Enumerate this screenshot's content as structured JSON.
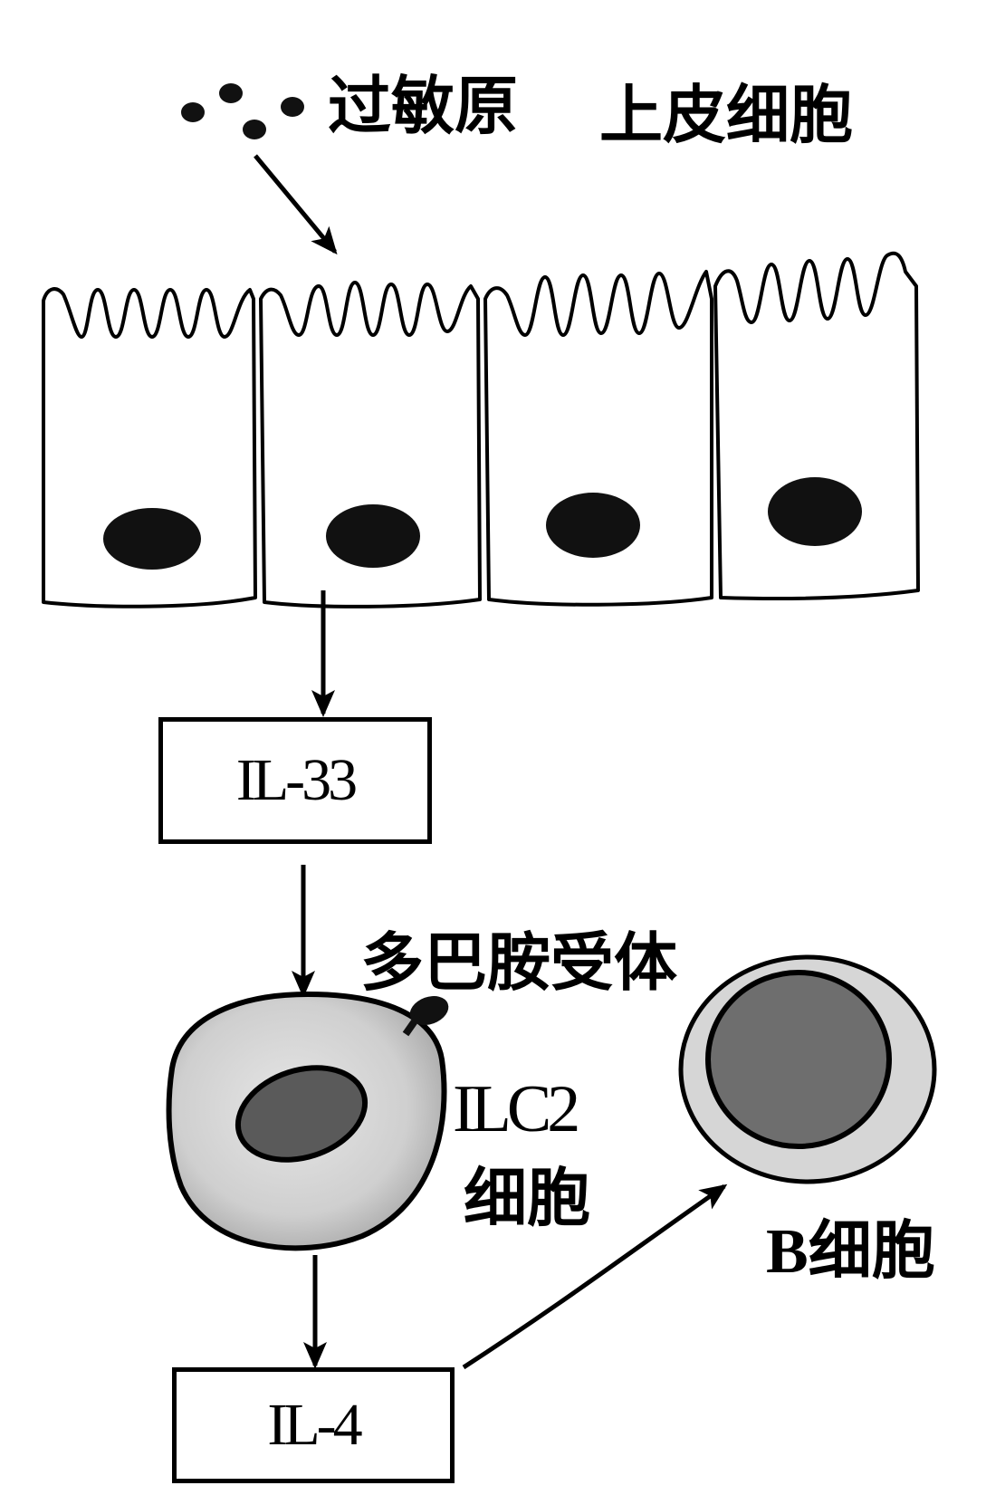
{
  "labels": {
    "allergen": "过敏原",
    "epithelial_cell": "上皮细胞",
    "il33": "IL-33",
    "dopamine_receptor": "多巴胺受体",
    "ilc2_line1": "ILC2",
    "ilc2_line2": "细胞",
    "b_cell": "B细胞",
    "il4": "IL-4"
  },
  "colors": {
    "ink": "#000000",
    "nucleus": "#111111",
    "ilc2_body": "#cfcfcf",
    "ilc2_nucleus": "#5a5a5a",
    "bcell_outer": "#d6d6d6",
    "bcell_inner": "#6e6e6e"
  }
}
